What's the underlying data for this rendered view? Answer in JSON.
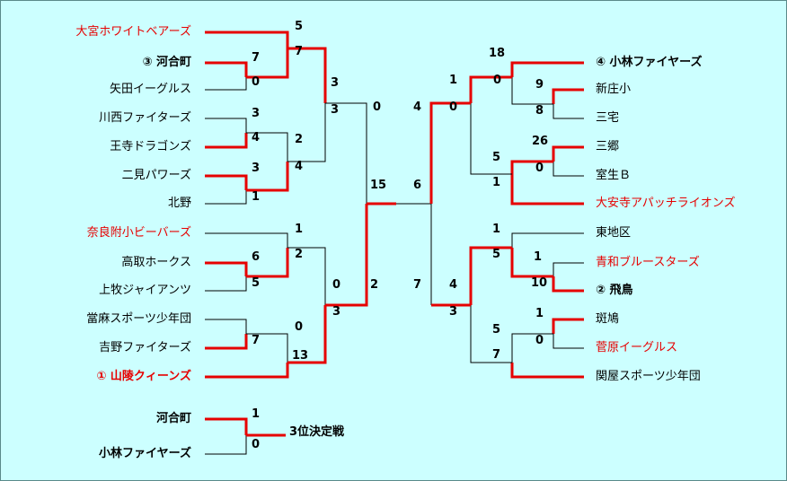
{
  "left_teams": [
    {
      "name": "大宮ホワイトベアーズ",
      "style": "red"
    },
    {
      "name": "③ 河合町",
      "style": "bold"
    },
    {
      "name": "矢田イーグルス",
      "style": ""
    },
    {
      "name": "川西ファイターズ",
      "style": ""
    },
    {
      "name": "王寺ドラゴンズ",
      "style": ""
    },
    {
      "name": "二見パワーズ",
      "style": ""
    },
    {
      "name": "北野",
      "style": ""
    },
    {
      "name": "奈良附小ビーバーズ",
      "style": "red"
    },
    {
      "name": "高取ホークス",
      "style": ""
    },
    {
      "name": "上牧ジャイアンツ",
      "style": ""
    },
    {
      "name": "當麻スポーツ少年団",
      "style": ""
    },
    {
      "name": "吉野ファイターズ",
      "style": ""
    },
    {
      "name": "① 山陵クィーンズ",
      "style": "red bold"
    }
  ],
  "right_teams": [
    {
      "name": "④ 小林ファイヤーズ",
      "style": "bold"
    },
    {
      "name": "新庄小",
      "style": ""
    },
    {
      "name": "三宅",
      "style": ""
    },
    {
      "name": "三郷",
      "style": ""
    },
    {
      "name": "室生Ｂ",
      "style": ""
    },
    {
      "name": "大安寺アパッチライオンズ",
      "style": "red"
    },
    {
      "name": "東地区",
      "style": ""
    },
    {
      "name": "青和ブルースターズ",
      "style": "red"
    },
    {
      "name": "② 飛鳥",
      "style": "bold"
    },
    {
      "name": "斑鳩",
      "style": ""
    },
    {
      "name": "菅原イーグルス",
      "style": "red"
    },
    {
      "name": "関屋スポーツ少年団",
      "style": ""
    }
  ],
  "scores": [
    "5",
    "7",
    "3",
    "0",
    "3",
    "4",
    "2",
    "4",
    "3",
    "1",
    "7",
    "3",
    "0",
    "4",
    "1",
    "2",
    "5",
    "6",
    "7",
    "0",
    "13",
    "0",
    "3",
    "15",
    "6",
    "2",
    "7",
    "18",
    "0",
    "9",
    "8",
    "1",
    "0",
    "26",
    "0",
    "5",
    "1",
    "1",
    "5",
    "1",
    "10",
    "1",
    "0",
    "5",
    "7",
    "4",
    "3",
    "1",
    "0"
  ],
  "third_place": {
    "teams": [
      {
        "name": "河合町",
        "style": "bold"
      },
      {
        "name": "小林ファイヤーズ",
        "style": "bold"
      }
    ],
    "title": "3位決定戦"
  },
  "colors": {
    "background": "#ccffff",
    "winner": "#e60000",
    "loser": "#000000",
    "highlight_text": "#e60000"
  }
}
